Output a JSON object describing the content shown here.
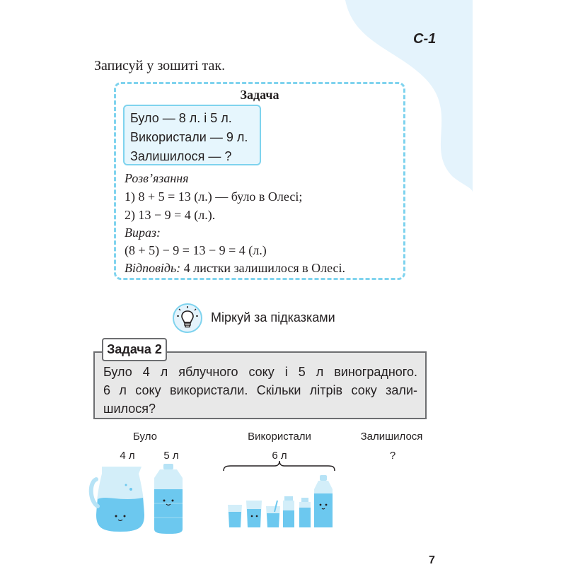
{
  "page_label": "С-1",
  "intro": "Записуй у зошиті так.",
  "example": {
    "title": "Задача",
    "conditions": [
      "Було — 8 л. і 5 л.",
      "Використали — 9 л.",
      "Залишилося — ?"
    ],
    "solution_heading": "Розв’язання",
    "steps": [
      "1) 8 + 5 = 13 (л.) — було в Олесі;",
      "2) 13 − 9 = 4 (л.)."
    ],
    "expression_heading": "Вираз:",
    "expression": "(8 + 5) − 9 = 13 − 9 = 4 (л.)",
    "answer_label": "Відповідь:",
    "answer_text": " 4 листки залишилося в Олесі."
  },
  "hint": {
    "text": "Міркуй за підказками",
    "icon": "lightbulb-icon"
  },
  "task2": {
    "label": "Задача 2",
    "lines": [
      "Було 4 л яблучного соку і 5 л виноградного.",
      "6 л соку використали. Скільки літрів соку зали-",
      "шилося?"
    ]
  },
  "diagram": {
    "had_label": "Було",
    "had_values": [
      "4 л",
      "5 л"
    ],
    "used_label": "Використали",
    "used_value": "6 л",
    "left_label": "Залишилося",
    "left_value": "?"
  },
  "page_number": "7",
  "colors": {
    "accent": "#7fd3ee",
    "blob": "#e4f3fc",
    "water": "#6cc8ef",
    "glass": "#d3eef9"
  }
}
